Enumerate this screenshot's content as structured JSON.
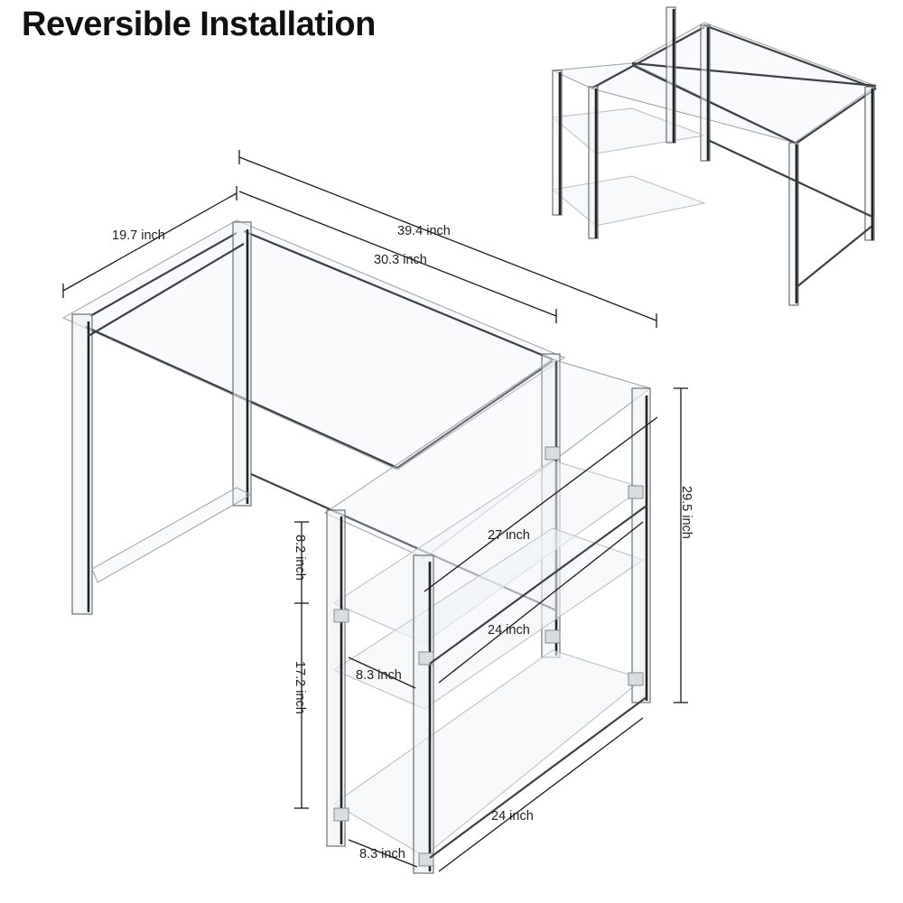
{
  "title": "Reversible Installation",
  "dimensions": {
    "depth": "19.7 inch",
    "total_length": "39.4 inch",
    "desk_length": "30.3 inch",
    "height": "29.5 inch",
    "shelf_length_top": "27 inch",
    "shelf_length_mid": "24 inch",
    "shelf_length_bottom": "24 inch",
    "shelf_gap_top": "8.2 inch",
    "shelf_gap_bottom": "17.2 inch",
    "shelf_depth_mid": "8.3 inch",
    "shelf_depth_bottom": "8.3 inch"
  }
}
